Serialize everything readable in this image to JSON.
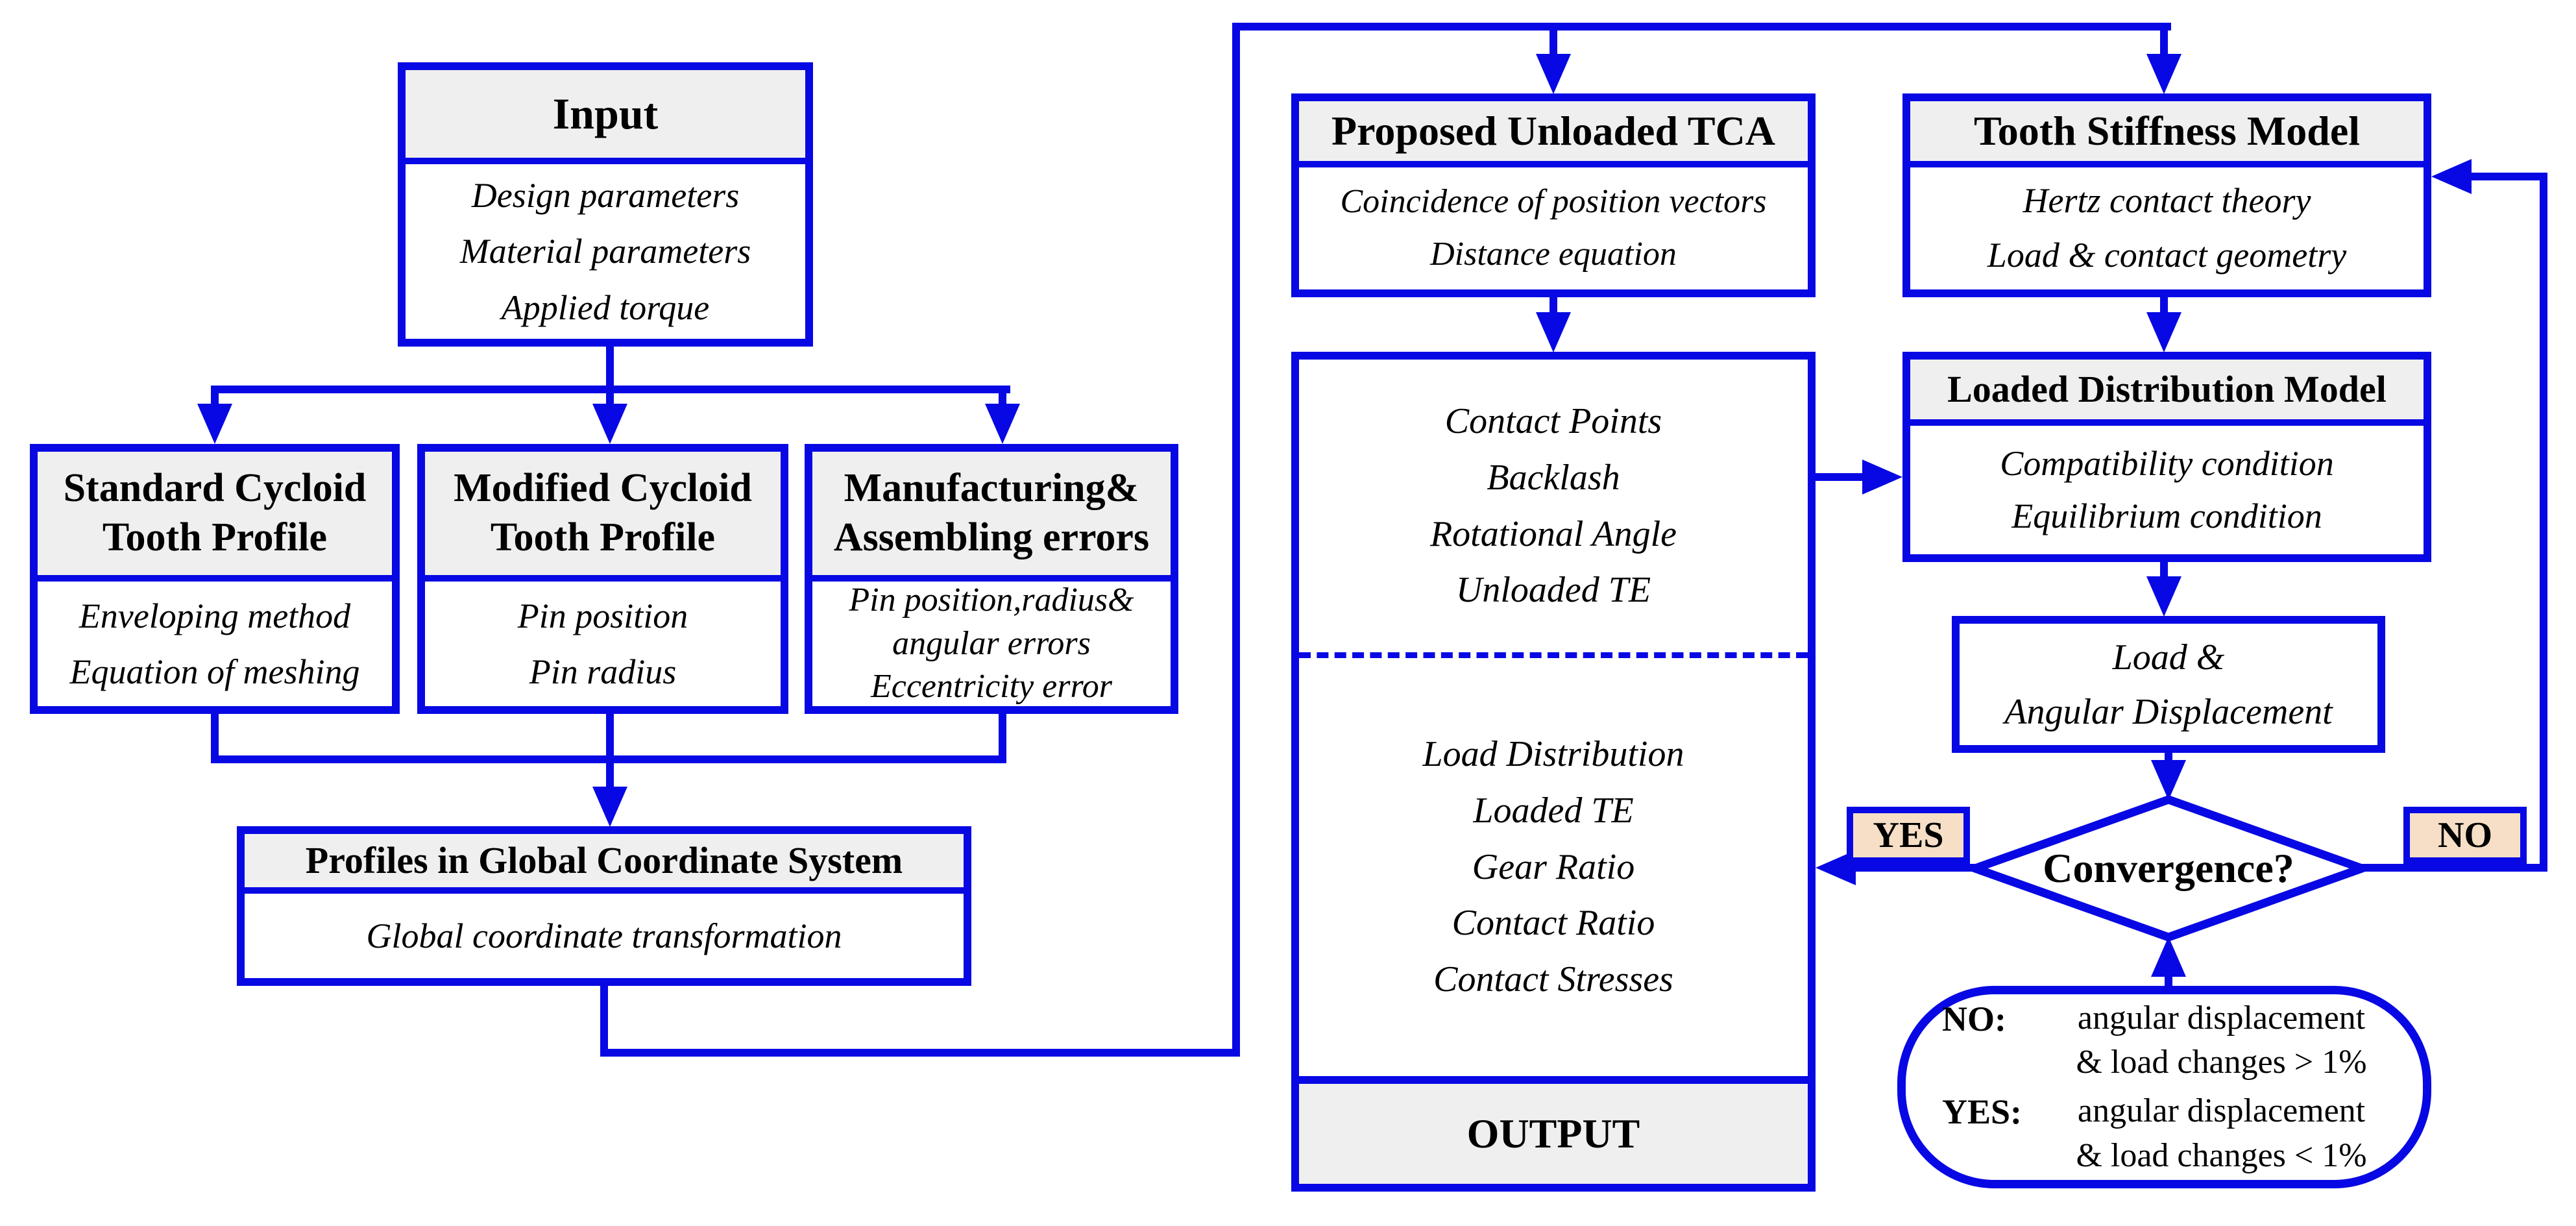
{
  "colors": {
    "blue": "#0808e4",
    "header_bg": "#efefef",
    "peach": "#f6dfc6",
    "ink": "#000000",
    "bg": "#ffffff"
  },
  "input": {
    "title": "Input",
    "body": [
      "Design parameters",
      "Material parameters",
      "Applied torque"
    ]
  },
  "standard": {
    "title": [
      "Standard Cycloid",
      "Tooth Profile"
    ],
    "body": [
      "Enveloping method",
      "Equation of meshing"
    ]
  },
  "modified": {
    "title": [
      "Modified Cycloid",
      "Tooth Profile"
    ],
    "body": [
      "Pin position",
      "Pin radius"
    ]
  },
  "errors": {
    "title": [
      "Manufacturing&",
      "Assembling errors"
    ],
    "body": [
      "Pin position,radius&",
      "angular errors",
      "Eccentricity error"
    ]
  },
  "profiles": {
    "title": "Profiles in Global Coordinate System",
    "body": [
      "Global coordinate transformation"
    ]
  },
  "tca": {
    "title": "Proposed Unloaded TCA",
    "body": [
      "Coincidence of position vectors",
      "Distance equation"
    ]
  },
  "results": {
    "unloaded": [
      "Contact Points",
      "Backlash",
      "Rotational Angle",
      "Unloaded TE"
    ],
    "loaded": [
      "Load Distribution",
      "Loaded TE",
      "Gear Ratio",
      "Contact Ratio",
      "Contact Stresses"
    ],
    "footer": "OUTPUT"
  },
  "stiffness": {
    "title": "Tooth Stiffness Model",
    "body": [
      "Hertz contact theory",
      "Load & contact geometry"
    ]
  },
  "loaded_model": {
    "title": "Loaded Distribution Model",
    "body": [
      "Compatibility condition",
      "Equilibrium condition"
    ]
  },
  "displacement": {
    "body": [
      "Load &",
      "Angular Displacement"
    ]
  },
  "decision": {
    "label": "Convergence?",
    "yes": "YES",
    "no": "NO"
  },
  "legend": {
    "rows": [
      {
        "label": "NO:",
        "text": [
          "angular displacement",
          "& load changes > 1%"
        ]
      },
      {
        "label": "YES:",
        "text": [
          "angular displacement",
          "& load changes < 1%"
        ]
      }
    ]
  }
}
